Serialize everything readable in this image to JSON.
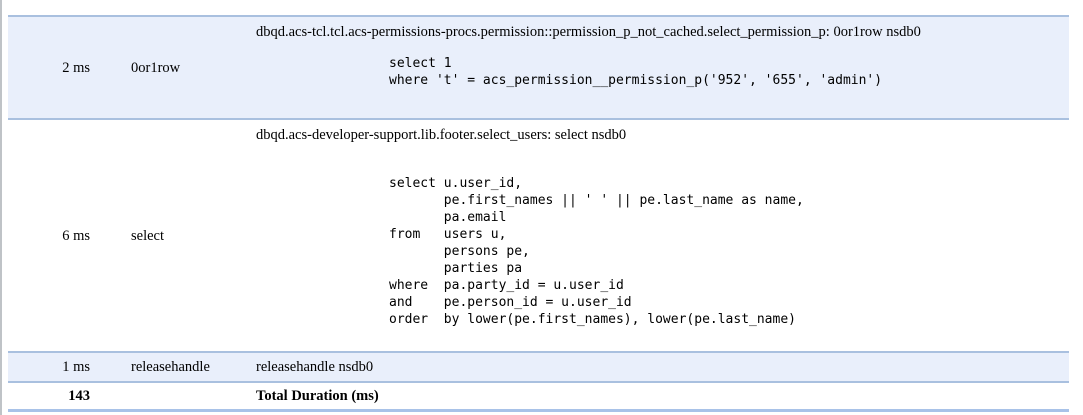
{
  "table": {
    "rows": [
      {
        "duration": "2 ms",
        "command": "0or1row",
        "title": "dbqd.acs-tcl.tcl.acs-permissions-procs.permission::permission_p_not_cached.select_permission_p: 0or1row nsdb0",
        "sql": "select 1\nwhere 't' = acs_permission__permission_p('952', '655', 'admin')"
      },
      {
        "duration": "6 ms",
        "command": "select",
        "title": "dbqd.acs-developer-support.lib.footer.select_users: select nsdb0",
        "sql": "\nselect u.user_id,\n       pe.first_names || ' ' || pe.last_name as name,\n       pa.email\nfrom   users u,\n       persons pe,\n       parties pa\nwhere  pa.party_id = u.user_id\nand    pe.person_id = u.user_id\norder  by lower(pe.first_names), lower(pe.last_name)"
      },
      {
        "duration": "1 ms",
        "command": "releasehandle",
        "title": "releasehandle nsdb0",
        "sql": ""
      }
    ],
    "total": {
      "value": "143",
      "label": "Total Duration (ms)"
    }
  },
  "colors": {
    "row_highlight": "#e9effb",
    "separator_line": "#a9c0df",
    "bottom_bar": "#a8c2e8",
    "frame_line": "#bfc3c7",
    "text": "#000000",
    "background": "#ffffff"
  }
}
